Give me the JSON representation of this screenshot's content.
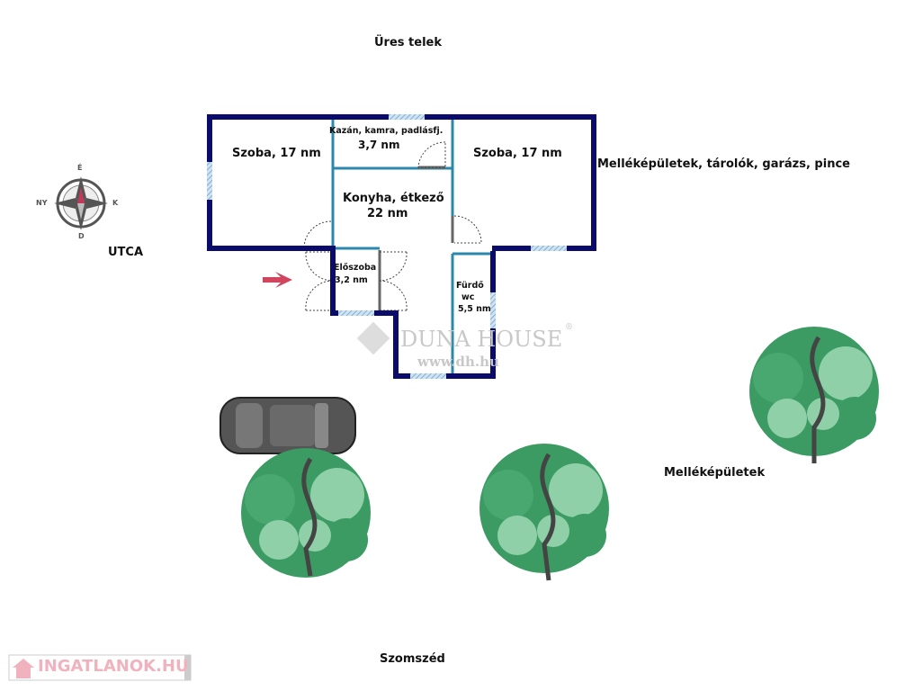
{
  "surroundings": {
    "top": "Üres telek",
    "left": "UTCA",
    "right": "Melléképületek, tárolók, garázs, pince",
    "right_lower": "Melléképületek",
    "bottom": "Szomszéd"
  },
  "compass": {
    "north": "É",
    "south": "D",
    "east": "K",
    "west": "NY"
  },
  "rooms": [
    {
      "name": "Szoba, 17 nm"
    },
    {
      "name": "Kazán, kamra, padlásfj.",
      "area": "3,7 nm"
    },
    {
      "name": "Szoba, 17 nm"
    },
    {
      "name": "Konyha, étkező",
      "area": "22 nm"
    },
    {
      "name": "Előszoba",
      "area": "3,2 nm"
    },
    {
      "name": "Fürdő",
      "extra": "wc",
      "area": "5,5 nm"
    }
  ],
  "watermark": {
    "brand": "DUNA HOUSE",
    "registered": "®",
    "url": "www.dh.hu"
  },
  "logo": {
    "text": "INGATLANOK.HU"
  },
  "colors": {
    "outer_wall": "#0b0b6b",
    "inner_wall": "#2b88ad",
    "window": "#9cc4e0",
    "arrow": "#d2455f",
    "tree_dark": "#2f8f57",
    "tree_light": "#8fd0a8"
  }
}
